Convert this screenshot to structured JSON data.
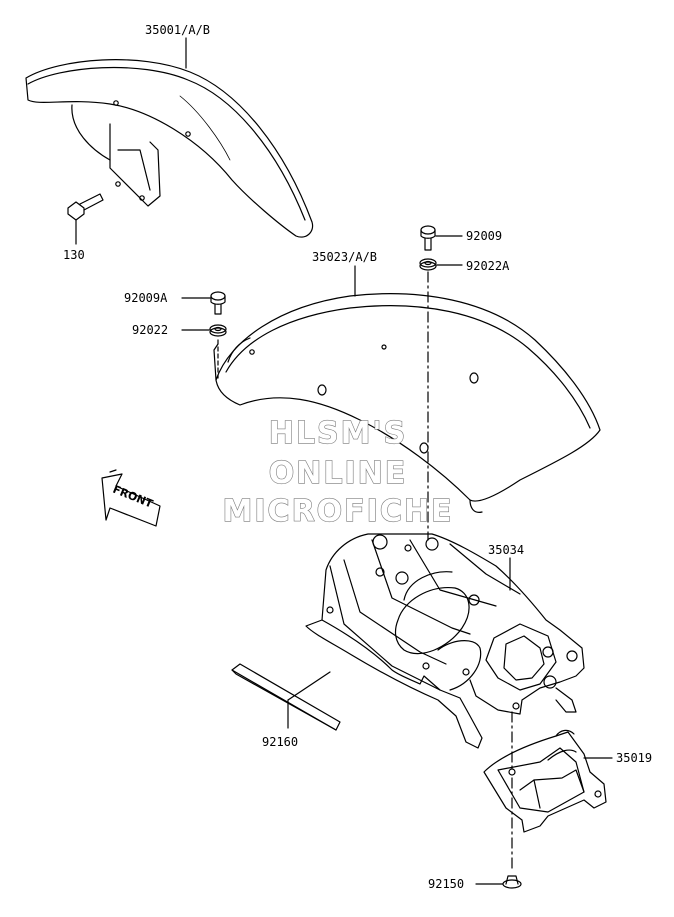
{
  "parts": {
    "front_fender": "35001/A/B",
    "bolt_130": "130",
    "bolt_92009": "92009",
    "washer_92022A": "92022A",
    "rear_fender": "35023/A/B",
    "bolt_92009A": "92009A",
    "washer_92022": "92022",
    "bracket_35034": "35034",
    "flap_35019": "35019",
    "pad_92160": "92160",
    "screw_92150": "92150"
  },
  "watermark": {
    "line1": "HLSM'S",
    "line2": "ONLINE",
    "line3": "MICROFICHE"
  },
  "front_arrow": "FRONT",
  "colors": {
    "line": "#000000",
    "watermark_outline": "#7a7a7a"
  }
}
